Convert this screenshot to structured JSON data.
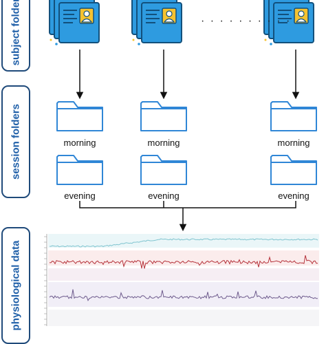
{
  "labels": {
    "subject": "subject folders",
    "session": "session folders",
    "physio": "physiological data"
  },
  "sessions": [
    {
      "morning": "morning",
      "evening": "evening"
    },
    {
      "morning": "morning",
      "evening": "evening"
    },
    {
      "morning": "morning",
      "evening": "evening"
    }
  ],
  "ellipsis": "· · · · · · · · · ·",
  "colors": {
    "folder_fill": "#2e9be0",
    "folder_stroke": "#12507c",
    "session_folder_stroke": "#2f86d6",
    "accent_yellow": "#f5c230",
    "label_border": "#1f4a7a",
    "label_text": "#1f5fa8",
    "signal_1": "#7fc4cf",
    "signal_2": "#b5323a",
    "signal_3": "#6d5a8c"
  },
  "icons": [
    "id-card-icon",
    "folder-icon",
    "arrow-down-icon",
    "signal-trace"
  ]
}
